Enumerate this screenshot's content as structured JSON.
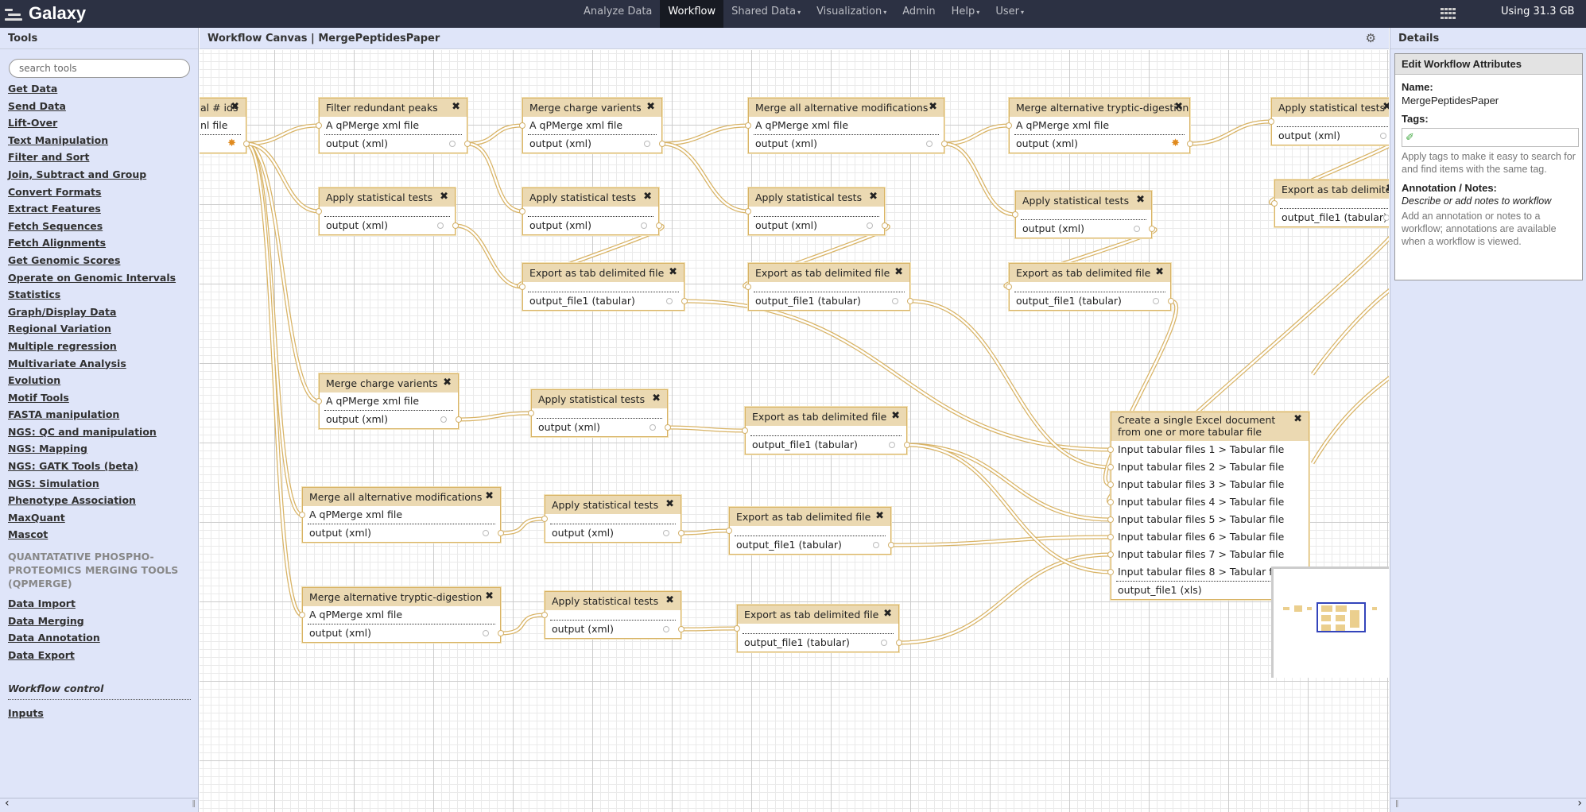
{
  "brand": "Galaxy",
  "nav": [
    {
      "label": "Analyze Data",
      "caret": false,
      "active": false
    },
    {
      "label": "Workflow",
      "caret": false,
      "active": true
    },
    {
      "label": "Shared Data",
      "caret": true,
      "active": false
    },
    {
      "label": "Visualization",
      "caret": true,
      "active": false
    },
    {
      "label": "Admin",
      "caret": false,
      "active": false
    },
    {
      "label": "Help",
      "caret": true,
      "active": false
    },
    {
      "label": "User",
      "caret": true,
      "active": false
    }
  ],
  "quota": "Using 31.3 GB",
  "left_panel": {
    "title": "Tools",
    "search_placeholder": "search tools",
    "tools": [
      "Get Data",
      "Send Data",
      "Lift-Over",
      "Text Manipulation",
      "Filter and Sort",
      "Join, Subtract and Group",
      "Convert Formats",
      "Extract Features",
      "Fetch Sequences",
      "Fetch Alignments",
      "Get Genomic Scores",
      "Operate on Genomic Intervals",
      "Statistics",
      "Graph/Display Data",
      "Regional Variation",
      "Multiple regression",
      "Multivariate Analysis",
      "Evolution",
      "Motif Tools",
      "FASTA manipulation",
      "NGS: QC and manipulation",
      "NGS: Mapping",
      "NGS: GATK Tools (beta)",
      "NGS: Simulation",
      "Phenotype Association",
      "MaxQuant",
      "Mascot"
    ],
    "section_label": "QUANTATATIVE PHOSPHO-PROTEOMICS MERGING TOOLS (QPMERGE)",
    "section_tools": [
      "Data Import",
      "Data Merging",
      "Data Annotation",
      "Data Export"
    ],
    "workflow_control_label": "Workflow control",
    "workflow_control_tools": [
      "Inputs"
    ]
  },
  "canvas_title": "Workflow Canvas | MergePeptidesPaper",
  "nodes": [
    {
      "title": "al # ids",
      "inputs": [
        "nl file"
      ],
      "outputs": [
        ""
      ],
      "star": true
    },
    {
      "title": "Filter redundant peaks",
      "inputs": [
        "A qPMerge xml file"
      ],
      "outputs": [
        "output (xml)"
      ]
    },
    {
      "title": "Merge charge varients",
      "inputs": [
        "A qPMerge xml file"
      ],
      "outputs": [
        "output (xml)"
      ]
    },
    {
      "title": "Merge all alternative modifications",
      "inputs": [
        "A qPMerge xml file"
      ],
      "outputs": [
        "output (xml)"
      ]
    },
    {
      "title": "Merge alternative tryptic-digestion",
      "inputs": [
        "A qPMerge xml file"
      ],
      "outputs": [
        "output (xml)"
      ],
      "star": true
    },
    {
      "title": "Apply statistical tests",
      "inputs": [
        ""
      ],
      "outputs": [
        "output (xml)"
      ]
    },
    {
      "title": "Apply statistical tests",
      "inputs": [
        ""
      ],
      "outputs": [
        "output (xml)"
      ]
    },
    {
      "title": "Apply statistical tests",
      "inputs": [
        ""
      ],
      "outputs": [
        "output (xml)"
      ]
    },
    {
      "title": "Apply statistical tests",
      "inputs": [
        ""
      ],
      "outputs": [
        "output (xml)"
      ]
    },
    {
      "title": "Apply statistical tests",
      "inputs": [
        ""
      ],
      "outputs": [
        "output (xml)"
      ]
    },
    {
      "title": "Export as tab delimited file",
      "inputs": [
        ""
      ],
      "outputs": [
        "output_file1 (tabular)"
      ]
    },
    {
      "title": "Export as tab delimited file",
      "inputs": [
        ""
      ],
      "outputs": [
        "output_file1 (tabular)"
      ]
    },
    {
      "title": "Export as tab delimited file",
      "inputs": [
        ""
      ],
      "outputs": [
        "output_file1 (tabular)"
      ]
    },
    {
      "title": "Export as tab delimite",
      "inputs": [
        ""
      ],
      "outputs": [
        "output_file1 (tabular)"
      ]
    },
    {
      "title": "Merge charge varients",
      "inputs": [
        "A qPMerge xml file"
      ],
      "outputs": [
        "output (xml)"
      ]
    },
    {
      "title": "Apply statistical tests",
      "inputs": [
        ""
      ],
      "outputs": [
        "output (xml)"
      ]
    },
    {
      "title": "Export as tab delimited file",
      "inputs": [
        ""
      ],
      "outputs": [
        "output_file1 (tabular)"
      ]
    },
    {
      "title": "Merge all alternative modifications",
      "inputs": [
        "A qPMerge xml file"
      ],
      "outputs": [
        "output (xml)"
      ]
    },
    {
      "title": "Apply statistical tests",
      "inputs": [
        ""
      ],
      "outputs": [
        "output (xml)"
      ]
    },
    {
      "title": "Export as tab delimited file",
      "inputs": [
        ""
      ],
      "outputs": [
        "output_file1 (tabular)"
      ]
    },
    {
      "title": "Merge alternative tryptic-digestion",
      "inputs": [
        "A qPMerge xml file"
      ],
      "outputs": [
        "output (xml)"
      ]
    },
    {
      "title": "Apply statistical tests",
      "inputs": [
        ""
      ],
      "outputs": [
        "output (xml)"
      ]
    },
    {
      "title": "Export as tab delimited file",
      "inputs": [
        ""
      ],
      "outputs": [
        "output_file1 (tabular)"
      ]
    },
    {
      "title": "Create a single Excel document from one or more tabular file",
      "inputs": [
        "Input tabular files 1 > Tabular file",
        "Input tabular files 2 > Tabular file",
        "Input tabular files 3 > Tabular file",
        "Input tabular files 4 > Tabular file",
        "Input tabular files 5 > Tabular file",
        "Input tabular files 6 > Tabular file",
        "Input tabular files 7 > Tabular file",
        "Input tabular files 8 > Tabular file"
      ],
      "outputs": [
        "output_file1 (xls)"
      ],
      "star": true
    },
    {
      "title": "Apply statistical tests",
      "inputs": [
        ""
      ],
      "outputs": [
        "output (xml)"
      ]
    }
  ],
  "right_panel": {
    "title": "Details",
    "box_title": "Edit Workflow Attributes",
    "name_label": "Name:",
    "name_value": "MergePeptidesPaper",
    "tags_label": "Tags:",
    "tags_help": "Apply tags to make it easy to search for and find items with the same tag.",
    "annotation_label": "Annotation / Notes:",
    "annotation_placeholder": "Describe or add notes to workflow",
    "annotation_help": "Add an annotation or notes to a workflow; annotations are available when a workflow is viewed."
  },
  "colors": {
    "navbar": "#2c3143",
    "panel": "#dfe5f9",
    "node_title": "#ebd9b2",
    "node_border": "#d8b365",
    "wire": "#ebd9a8"
  }
}
